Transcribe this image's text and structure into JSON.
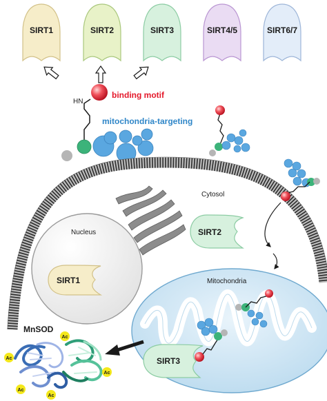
{
  "sirtuins": [
    "SIRT1",
    "SIRT2",
    "SIRT3",
    "SIRT4/5",
    "SIRT6/7"
  ],
  "sirtuin_colors": [
    "#f6edc9",
    "#e8f2c8",
    "#d7f1de",
    "#eadcf3",
    "#e3edf9"
  ],
  "sirtuin_strokes": [
    "#d2c188",
    "#a9c77c",
    "#8ccca3",
    "#b995d2",
    "#9db5d8"
  ],
  "labels": {
    "binding_motif": "binding motif",
    "mito_targeting": "mitochondria-targeting",
    "amine": "HN",
    "cytosol": "Cytosol",
    "nucleus": "Nucleus",
    "mitochondria": "Mitochondria",
    "nuclear_sirt": "SIRT1",
    "cytosolic_sirt": "SIRT2",
    "mito_sirt": "SIRT3",
    "enzyme": "MnSOD",
    "acetyl": "Ac"
  },
  "colors": {
    "binding_red": "#e4182a",
    "targeting_blue": "#2f86c8",
    "sphere_blue": "#5aa7e0",
    "linker_green": "#3cb37a",
    "anchor_grey": "#b5b5b5",
    "ac_yellow": "#f4e81b"
  }
}
